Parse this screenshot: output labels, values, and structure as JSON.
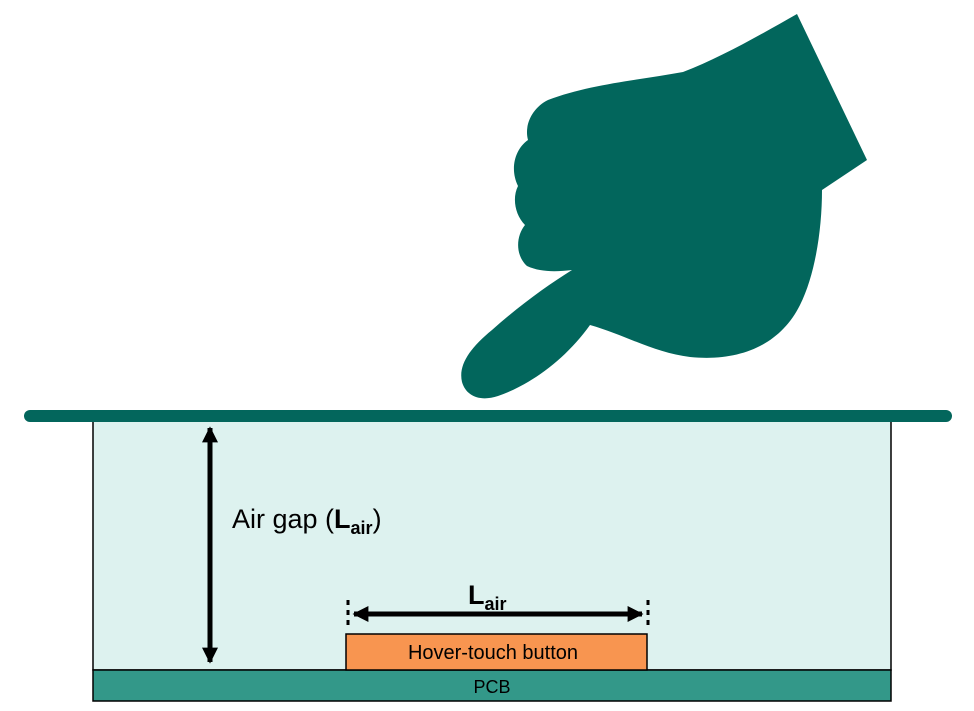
{
  "diagram": {
    "air_gap_label": {
      "prefix": "Air gap (",
      "symbol": "L",
      "subscript": "air",
      "suffix": ")"
    },
    "button_width_label": {
      "symbol": "L",
      "subscript": "air"
    },
    "button_label": "Hover-touch button",
    "pcb_label": "PCB"
  },
  "colors": {
    "hand": "#02665c",
    "overlay": "#03665c",
    "enclosure": "#ddf2ef",
    "button": "#f89550",
    "pcb": "#339889",
    "arrow": "#000000"
  },
  "icons": {
    "hand": "pointing-hand-icon"
  }
}
